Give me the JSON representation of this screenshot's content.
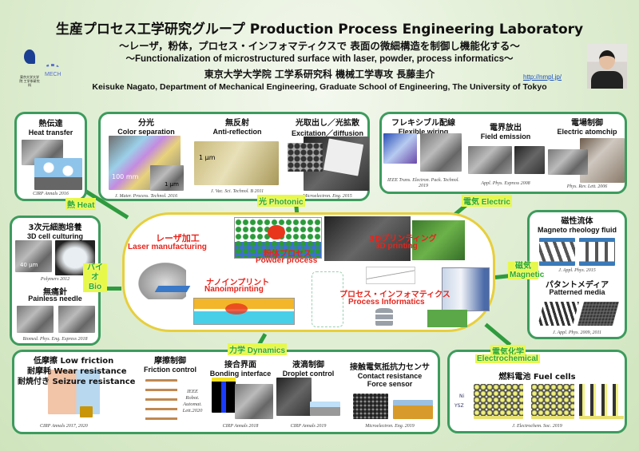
{
  "header": {
    "title": "生産プロセス工学研究グループ Production Process Engineering Laboratory",
    "subtitle_jp": "～レーザ，粉体，プロセス・インフォマティクスで 表面の微細構造を制御し機能化する～",
    "subtitle_en": "～Functionalization of microstructured surface with laser, powder, process informatics～",
    "name_jp": "東京大学大学院 工学系研究科 機械工学専攻 長藤圭介",
    "name_en": "Keisuke Nagato, Department of Mechanical Engineering, Graduate School of Engineering, The University of Tokyo",
    "url": "http://nmpl.jp/",
    "logo_utokyo": "東京大学大学院 工学系研究科",
    "logo_mech": "MECH"
  },
  "categories": {
    "heat": "熱 Heat",
    "photonic": "光 Photonic",
    "electric": "電気 Electric",
    "bio": "バイオ Bio",
    "magnetic": "磁気 Magnetic",
    "dynamics": "力学 Dynamics",
    "electrochemical_jp": "電気化学",
    "electrochemical_en": "Electrochemical"
  },
  "heat": {
    "jp": "熱伝達",
    "en": "Heat transfer",
    "ref": "CIRP Annals 2016"
  },
  "photonic": [
    {
      "jp": "分光",
      "en": "Color separation",
      "ref": "J. Mater. Process. Technol. 2016",
      "scale1": "100 mm",
      "scale2": "1 µm"
    },
    {
      "jp": "無反射",
      "en": "Anti-reflection",
      "ref": "J. Vac. Sci. Technol. B 2011",
      "scale1": "1 µm"
    },
    {
      "jp": "光取出し／光拡散",
      "en": "Excitation／diffusion",
      "ref": "Microelectron. Eng. 2015"
    }
  ],
  "electric": [
    {
      "jp": "フレキシブル配線",
      "en": "Flexible wiring",
      "ref": "IEEE Trans. Electron. Pack. Technol. 2019"
    },
    {
      "jp": "電界放出",
      "en": "Field emission",
      "ref": "Appl. Phys. Express 2008"
    },
    {
      "jp": "電場制御",
      "en": "Electric atomchip",
      "ref": "Phys. Rev. Lett. 2006"
    }
  ],
  "bio": [
    {
      "jp": "3次元細胞培養",
      "en": "3D cell culturing",
      "ref": "Polymers 2012",
      "scale": "40 µm"
    },
    {
      "jp": "無痛針",
      "en": "Painless needle",
      "ref": "Biomed. Phys. Eng. Express 2018"
    }
  ],
  "center": {
    "laser_jp": "レーザ加工",
    "laser_en": "Laser manufacturing",
    "powder_jp": "粉体プロセス",
    "powder_en": "Powder process",
    "printing_jp": "3Dプリンティング",
    "printing_en": "3D printing",
    "nano_jp": "ナノインプリント",
    "nano_en": "Nanoimprinting",
    "info_jp": "プロセス・インフォマティクス",
    "info_en": "Process Informatics"
  },
  "magnetic": [
    {
      "jp": "磁性流体",
      "en": "Magneto rheology fluid",
      "ref": "J. Appl. Phys. 2015"
    },
    {
      "jp": "パタントメディア",
      "en": "Patterned media",
      "ref": "J. Appl. Phys. 2009, 2011"
    }
  ],
  "dynamics": [
    {
      "lines": [
        "低摩擦 Low friction",
        "耐摩耗 Wear resistance",
        "耐焼付き Seizure resistance"
      ],
      "ref": "CIRP Annals 2017, 2020"
    },
    {
      "jp": "摩擦制御",
      "en": "Friction control",
      "ref": "IEEE Robot. Automat. Lett.2020"
    },
    {
      "jp": "接合界面",
      "en": "Bonding interface",
      "ref": "CIRP Annals 2018"
    },
    {
      "jp": "液滴制御",
      "en": "Droplet control",
      "ref": "CIRP Annals 2019"
    },
    {
      "jp": "接触電気抵抗力センサ",
      "en": "Contact resistance",
      "en2": "Force sensor",
      "ref": "Microelectron. Eng. 2019"
    }
  ],
  "electrochemical": {
    "title": "燃料電池 Fuel cells",
    "ref": "J. Electrochem. Soc. 2019",
    "label_ni": "Ni",
    "label_ysz": "YSZ"
  }
}
